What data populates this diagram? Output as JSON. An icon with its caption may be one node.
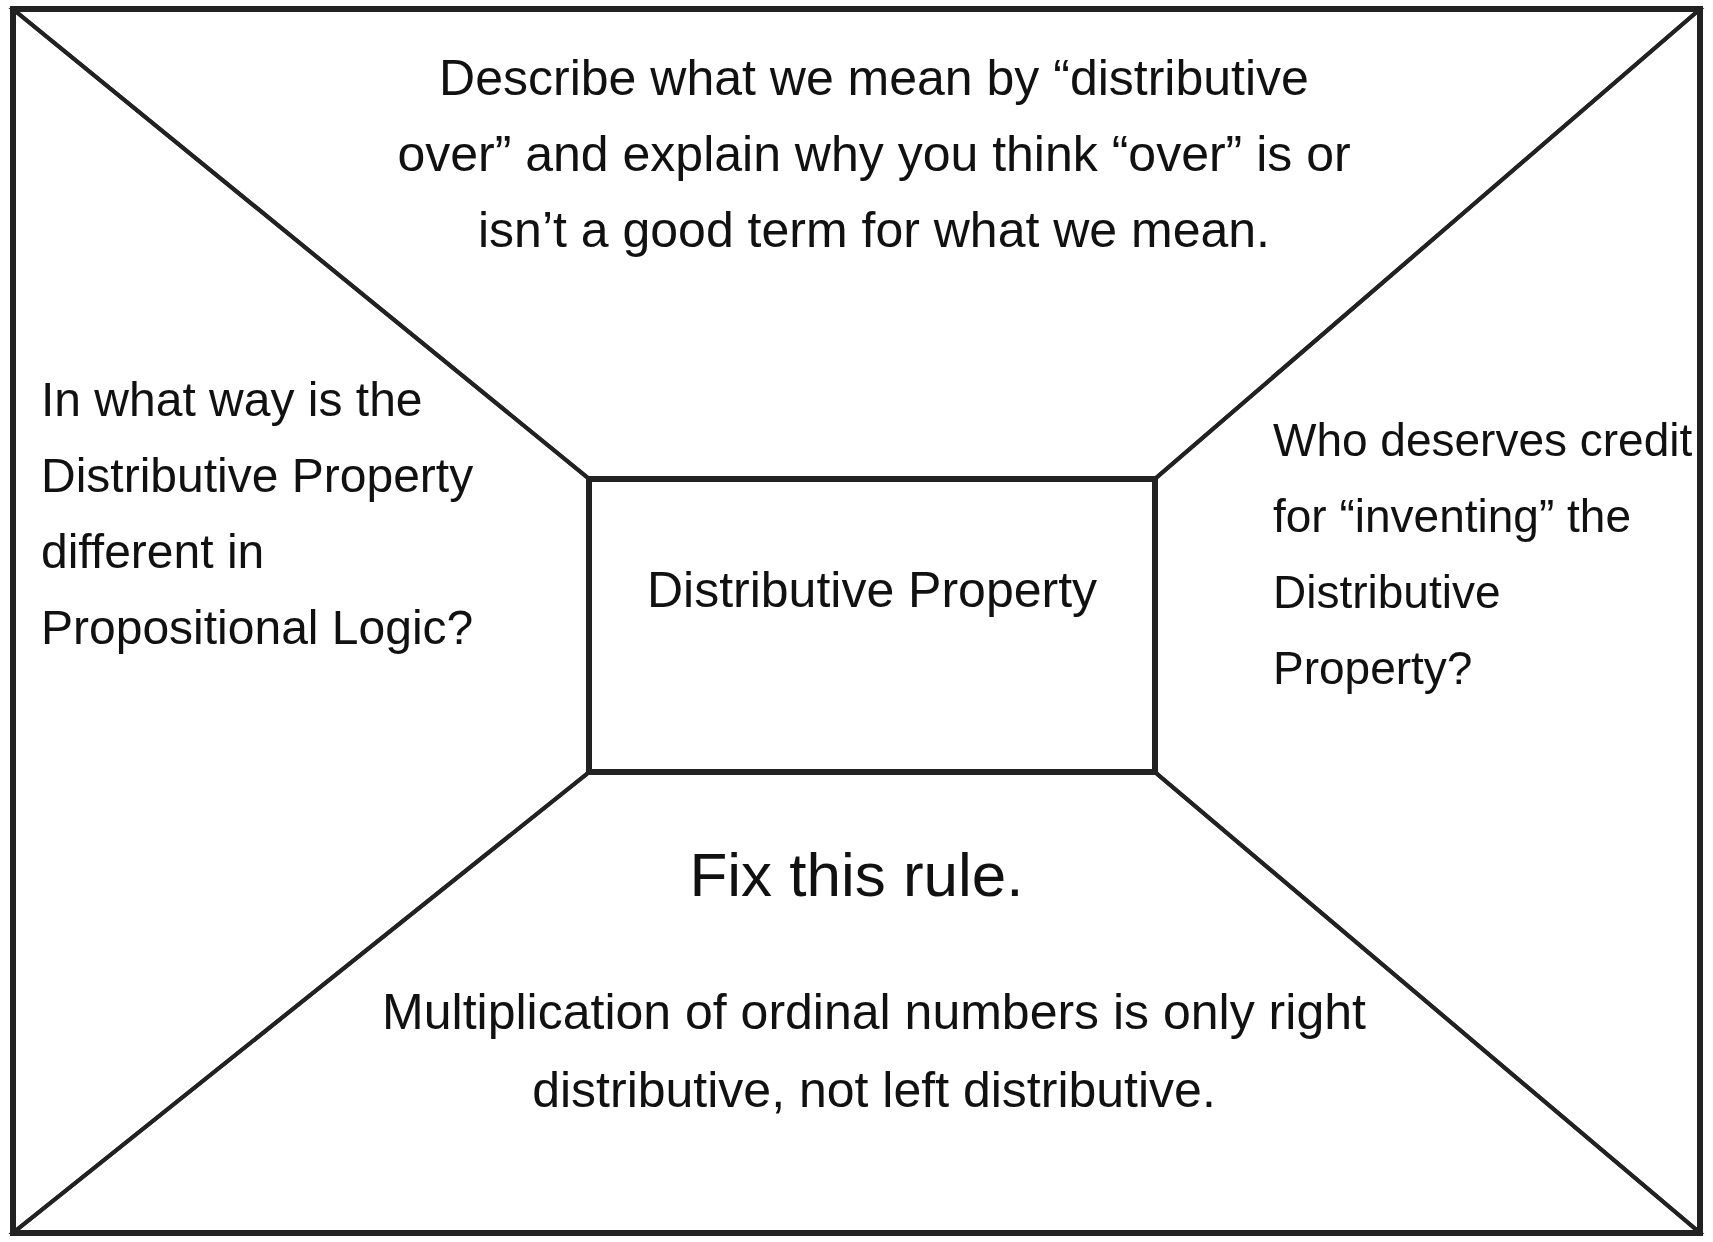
{
  "diagram": {
    "nodes": [
      {
        "text": [],
        "shape": "box"
      },
      {
        "text": [
          "Describe what we mean by “distributive over” and explain why you think “over” is or isn’t a good term for what we mean."
        ],
        "in": 0
      },
      {
        "text": [
          "In what way is the Distributive Property different in Propositional Logic?"
        ],
        "in": 0
      },
      {
        "text": [
          "Distributive Property"
        ],
        "in": 0
      },
      {
        "text": [
          "Who deserves credit for “inventing” the Distributive Property?"
        ],
        "in": 0
      },
      {
        "text": [
          "Fix this rule.",
          "Multiplication of ordinal numbers is only right distributive, not left distributive."
        ],
        "in": 0
      }
    ]
  }
}
